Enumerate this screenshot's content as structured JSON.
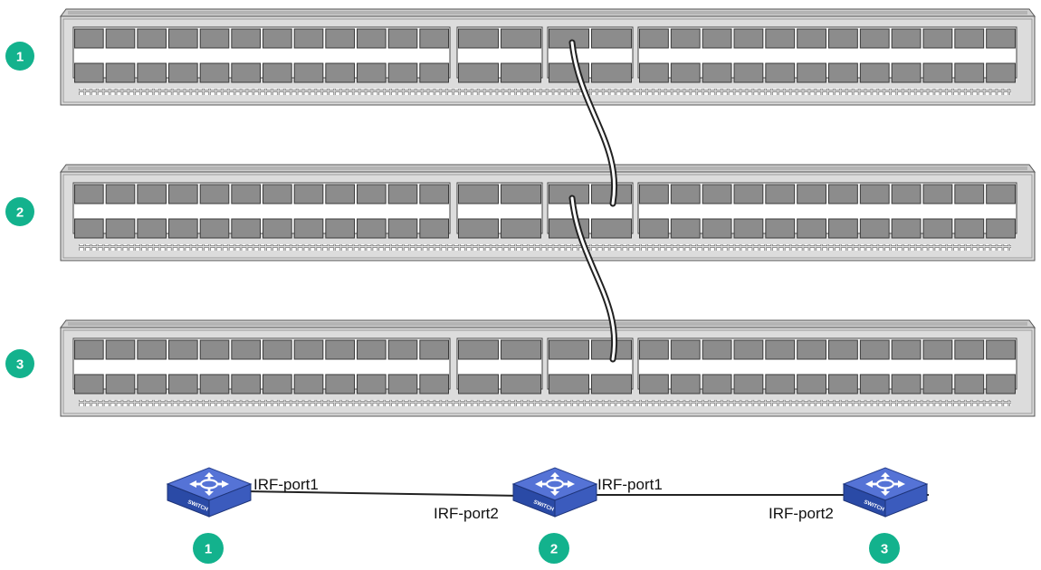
{
  "colors": {
    "badge": "#13b28d",
    "chassis_face": "#dcdcdc",
    "chassis_top": "#c8c8c8",
    "port": "#8c8c8c",
    "switch_top": "#4f6fcf",
    "switch_side": "#2b47a0",
    "cable": "#222222"
  },
  "devices": [
    {
      "id": "1",
      "label": "1"
    },
    {
      "id": "2",
      "label": "2"
    },
    {
      "id": "3",
      "label": "3"
    }
  ],
  "topology": {
    "nodes": [
      {
        "id": "1",
        "label": "1",
        "icon": "switch-icon",
        "icon_text": "SWITCH"
      },
      {
        "id": "2",
        "label": "2",
        "icon": "switch-icon",
        "icon_text": "SWITCH"
      },
      {
        "id": "3",
        "label": "3",
        "icon": "switch-icon",
        "icon_text": "SWITCH"
      }
    ],
    "links": [
      {
        "from": "1",
        "to": "2",
        "from_port": "IRF-port1",
        "to_port": "IRF-port2"
      },
      {
        "from": "2",
        "to": "3",
        "from_port": "IRF-port1",
        "to_port": "IRF-port2"
      }
    ]
  }
}
